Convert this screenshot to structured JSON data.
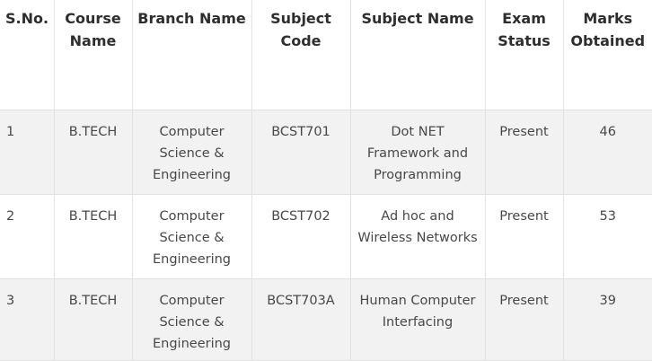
{
  "headers": {
    "sno": "S.No.",
    "course_name": "Course Name",
    "branch_name": "Branch Name",
    "subject_code": "Subject Code",
    "subject_name": "Subject Name",
    "exam_status": "Exam Status",
    "marks_obtained": "Marks Obtained"
  },
  "rows": [
    {
      "sno": "1",
      "course_name": "B.TECH",
      "branch_name": "Computer Science & Engineering",
      "subject_code": "BCST701",
      "subject_name": "Dot NET Framework and Programming",
      "exam_status": "Present",
      "marks_obtained": "46"
    },
    {
      "sno": "2",
      "course_name": "B.TECH",
      "branch_name": "Computer Science & Engineering",
      "subject_code": "BCST702",
      "subject_name": "Ad hoc and Wireless Networks",
      "exam_status": "Present",
      "marks_obtained": "53"
    },
    {
      "sno": "3",
      "course_name": "B.TECH",
      "branch_name": "Computer Science & Engineering",
      "subject_code": "BCST703A",
      "subject_name": "Human Computer Interfacing",
      "exam_status": "Present",
      "marks_obtained": "39"
    }
  ]
}
